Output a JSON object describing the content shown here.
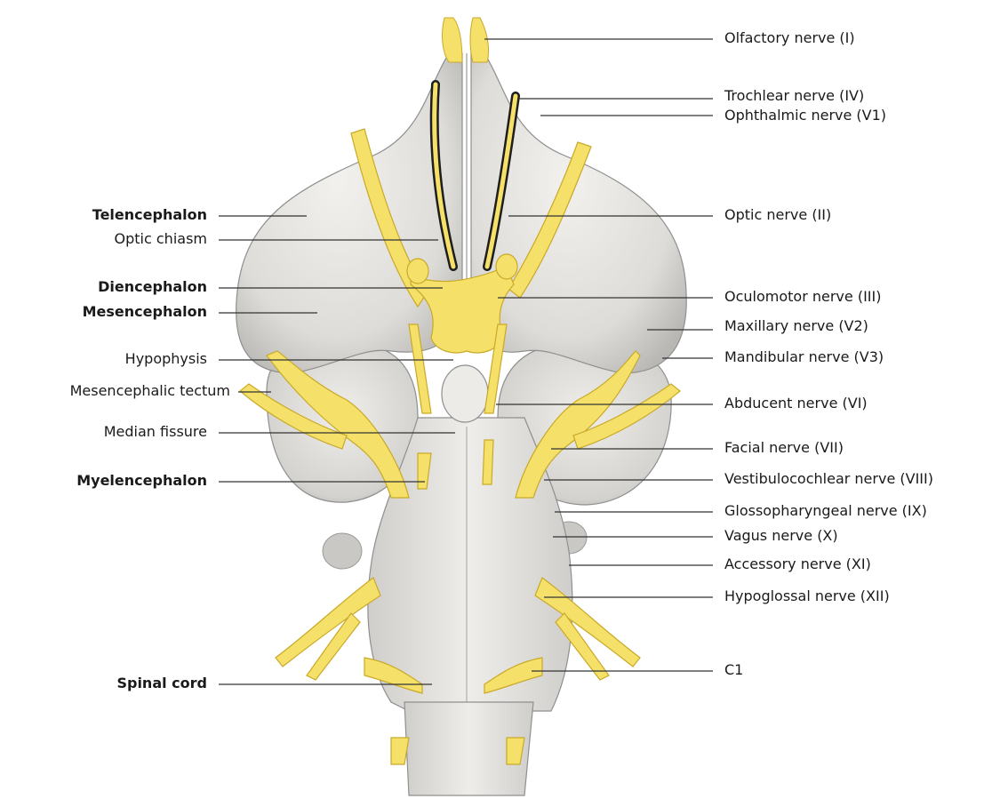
{
  "colors": {
    "nerve_fill": "#f5e06a",
    "nerve_edge": "#c9a928",
    "brain_fill": "#e4e3df",
    "brain_edge": "#8f8f8f",
    "leader": "#333333",
    "text": "#1a1a1a"
  },
  "left_labels": [
    {
      "key": "telencephalon",
      "text": "Telencephalon",
      "bold": true
    },
    {
      "key": "optic_chiasm",
      "text": "Optic chiasm",
      "bold": false
    },
    {
      "key": "diencephalon",
      "text": "Diencephalon",
      "bold": true
    },
    {
      "key": "mesencephalon",
      "text": "Mesencephalon",
      "bold": true
    },
    {
      "key": "hypophysis",
      "text": "Hypophysis",
      "bold": false
    },
    {
      "key": "mesencephalic_tectum",
      "text": "Mesencephalic tectum",
      "bold": false
    },
    {
      "key": "median_fissure",
      "text": "Median fissure",
      "bold": false
    },
    {
      "key": "myelencephalon",
      "text": "Myelencephalon",
      "bold": true
    },
    {
      "key": "spinal_cord",
      "text": "Spinal cord",
      "bold": true
    }
  ],
  "right_labels": [
    {
      "key": "olfactory",
      "text": "Olfactory nerve (I)"
    },
    {
      "key": "trochlear",
      "text": "Trochlear nerve (IV)"
    },
    {
      "key": "ophthalmic",
      "text": "Ophthalmic nerve (V1)"
    },
    {
      "key": "optic",
      "text": "Optic nerve (II)"
    },
    {
      "key": "oculomotor",
      "text": "Oculomotor nerve (III)"
    },
    {
      "key": "maxillary",
      "text": "Maxillary nerve (V2)"
    },
    {
      "key": "mandibular",
      "text": "Mandibular nerve (V3)"
    },
    {
      "key": "abducent",
      "text": "Abducent nerve (VI)"
    },
    {
      "key": "facial",
      "text": "Facial nerve (VII)"
    },
    {
      "key": "vestibulocochlear",
      "text": "Vestibulocochlear nerve (VIII)"
    },
    {
      "key": "glossopharyngeal",
      "text": "Glossopharyngeal nerve (IX)"
    },
    {
      "key": "vagus",
      "text": "Vagus nerve (X)"
    },
    {
      "key": "accessory",
      "text": "Accessory nerve (XI)"
    },
    {
      "key": "hypoglossal",
      "text": "Hypoglossal nerve (XII)"
    },
    {
      "key": "c1",
      "text": "C1"
    }
  ]
}
